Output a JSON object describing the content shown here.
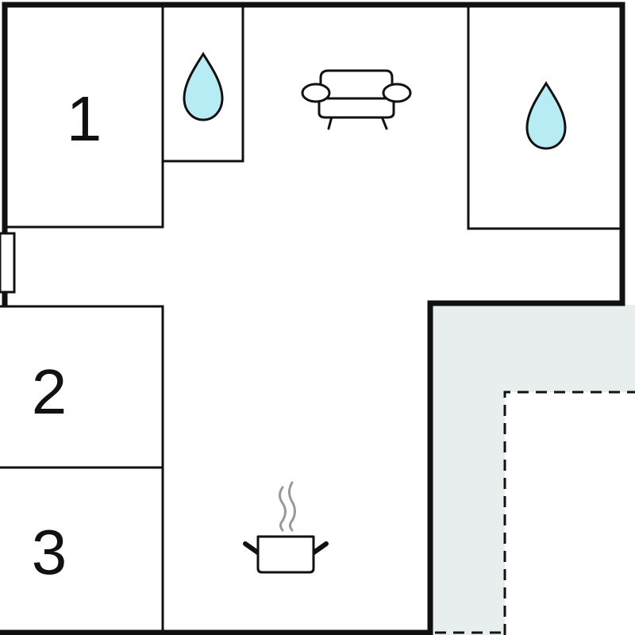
{
  "rooms": [
    {
      "id": "bedroom-1",
      "label": "1"
    },
    {
      "id": "bedroom-2",
      "label": "2"
    },
    {
      "id": "bedroom-3",
      "label": "3"
    }
  ],
  "icons": {
    "bathroom_left": "water-drop-icon",
    "bathroom_right": "water-drop-icon",
    "living": "sofa-icon",
    "kitchen": "cooking-pot-icon"
  },
  "colors": {
    "wall": "#111111",
    "water": "#b8ecf5",
    "terrace": "#e8eeed",
    "steam": "#999999"
  }
}
